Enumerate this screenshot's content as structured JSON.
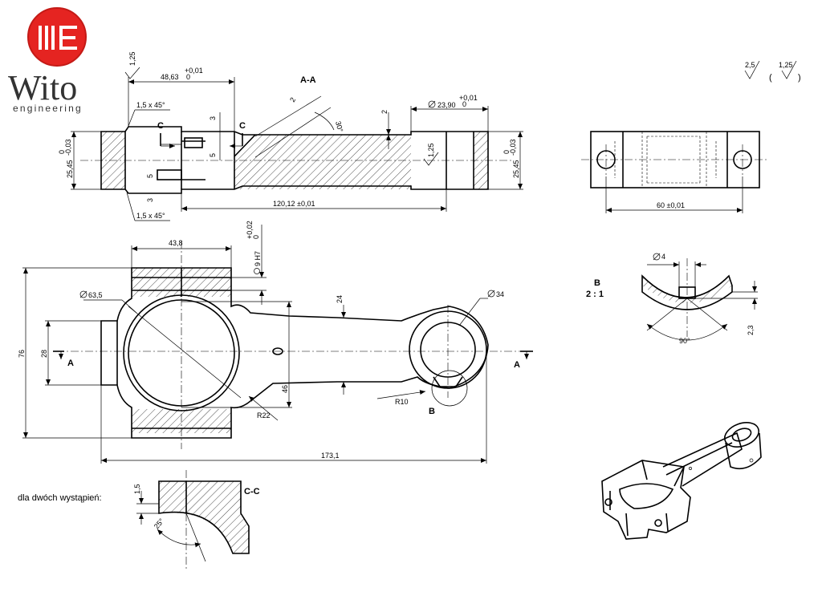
{
  "logo": {
    "brand": "Wito",
    "tagline": "engineering",
    "mark_color": "#e52421",
    "mark_color_dark": "#c41a16"
  },
  "surface_finish": {
    "general": "2,5",
    "other": "1,25"
  },
  "section_views": {
    "section_aa": "A-A",
    "section_cc": "C-C",
    "cut_a_label": "A",
    "cut_c_label": "C",
    "detail_b": "B",
    "detail_scale": "2 : 1",
    "note": "dla dwóch wystąpień:"
  },
  "dimensions": {
    "len_48": "48,63",
    "tol_plus_001": "+0,01",
    "tol_zero": "0",
    "chamfer": "1,5 x 45°",
    "ra_125": "1,25",
    "dim_3": "3",
    "dim_5": "5",
    "dim_2": "2",
    "angle_30": "30°",
    "dia_2": "2",
    "dia_bore": "23,90",
    "height_2545": "25,45",
    "tol_minus_003": "-0,03",
    "len_120": "120,12 ±0,01",
    "width_60": "60 ±0,01",
    "len_438": "43,8",
    "pin_hole": "9 H7",
    "tol_plus_002": "+0,02",
    "dia_big": "63,5",
    "dia_small": "34",
    "dim_24": "24",
    "dim_76": "76",
    "dim_28": "28",
    "dim_46": "46",
    "radius_10": "R10",
    "radius_22": "R22",
    "len_1731": "173,1",
    "dia_4": "4",
    "dim_23": "2,3",
    "angle_90": "90°",
    "dim_15": "1,5",
    "angle_25": "25°"
  }
}
